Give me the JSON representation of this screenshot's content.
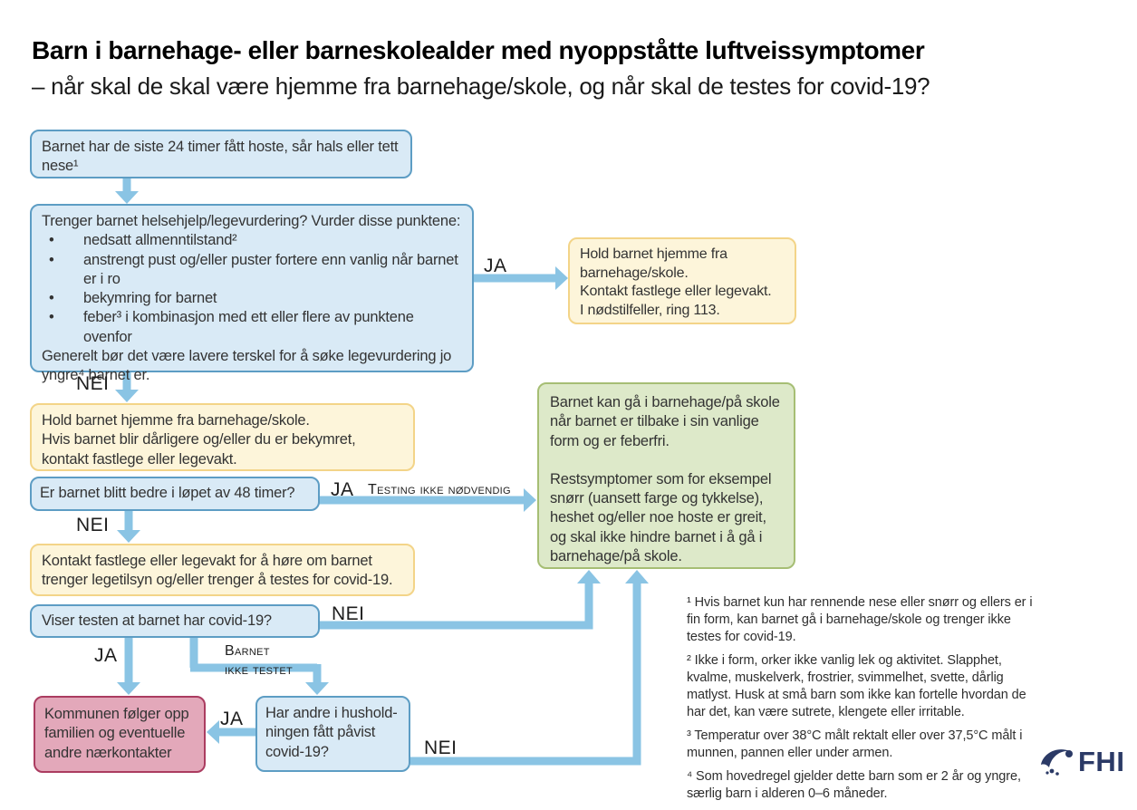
{
  "header": {
    "title": "Barn i barnehage- eller barneskolealder med nyoppståtte luftveissymptomer",
    "subtitle": "– når skal de skal være hjemme fra barnehage/skole, og når skal de testes for covid-19?"
  },
  "flow": {
    "start": {
      "text": "Barnet har de siste 24 timer fått hoste, sår hals eller tett nese¹"
    },
    "assessment": {
      "lead": "Trenger barnet helsehjelp/legevurdering? Vurder disse punktene:",
      "bullet_glyph": "•",
      "bullets": [
        "nedsatt allmenntilstand²",
        "anstrengt pust og/eller puster fortere enn vanlig når barnet er i ro",
        "bekymring for barnet",
        "feber³ i kombinasjon med ett eller flere av punktene ovenfor"
      ],
      "footer": "Generelt bør det være lavere terskel for å søke legevurdering jo yngre⁴ barnet er."
    },
    "help_now": {
      "lines": [
        "Hold barnet hjemme fra barnehage/skole.",
        "Kontakt fastlege eller legevakt.",
        "I nødstilfeller, ring 113."
      ]
    },
    "stay_home": {
      "lines": [
        "Hold barnet hjemme fra barnehage/skole.",
        "Hvis barnet blir dårligere og/eller du er bekymret, kontakt fastlege eller legevakt."
      ]
    },
    "better48": {
      "text": "Er barnet blitt bedre i løpet av 48 timer?"
    },
    "recovered": {
      "paragraphs": [
        "Barnet kan gå i barnehage/på skole når barnet er tilbake i sin vanlige form og er feberfri.",
        "Restsymptomer som for eksempel snørr (uansett farge og tykkelse), heshet og/eller noe hoste er greit, og skal ikke hindre barnet i å gå i barnehage/på skole."
      ]
    },
    "contact_test": {
      "text": "Kontakt fastlege eller legevakt for å høre om barnet trenger legetilsyn og/eller trenger å testes for covid-19."
    },
    "test_result": {
      "text": "Viser testen at barnet har covid-19?"
    },
    "followup": {
      "text": "Kommunen følger opp familien og eventuelle andre nærkontakter"
    },
    "household": {
      "lines": [
        "Har andre i hushold-",
        "ningen fått påvist",
        "covid-19?"
      ]
    }
  },
  "labels": {
    "ja1": "JA",
    "nei1": "NEI",
    "ja2": "JA",
    "testing_note": "Testing ikke nødvendig",
    "nei2": "NEI",
    "nei3": "NEI",
    "ja3": "JA",
    "not_tested_line1": "Barnet",
    "not_tested_line2": "ikke testet",
    "ja4": "JA",
    "nei4": "NEI"
  },
  "footnotes": [
    "¹ Hvis barnet kun har rennende nese eller snørr og ellers er i fin form, kan barnet gå i barnehage/skole og trenger ikke testes for covid-19.",
    "² Ikke i form, orker ikke vanlig lek og aktivitet. Slapphet, kvalme, muskelverk, frostrier, svimmelhet, svette, dårlig matlyst. Husk at små barn som ikke kan fortelle hvordan de har det, kan være sutrete, klengete eller irritable.",
    "³ Temperatur over 38°C målt rektalt eller over 37,5°C målt i munnen, pannen eller under armen.",
    "⁴ Som hovedregel gjelder dette barn som er 2 år og yngre, særlig barn i alderen 0–6 måneder."
  ],
  "logo": {
    "text": "FHI"
  },
  "colors": {
    "box_blue_fill": "#d9eaf6",
    "box_blue_border": "#5d9dc4",
    "box_yellow_fill": "#fdf5da",
    "box_yellow_border": "#f3d488",
    "box_green_fill": "#dde9c9",
    "box_green_border": "#a6be74",
    "box_red_fill": "#e3a8ba",
    "box_red_border": "#ab3c60",
    "arrow": "#8ac4e4",
    "logo_navy": "#2b3a66"
  }
}
